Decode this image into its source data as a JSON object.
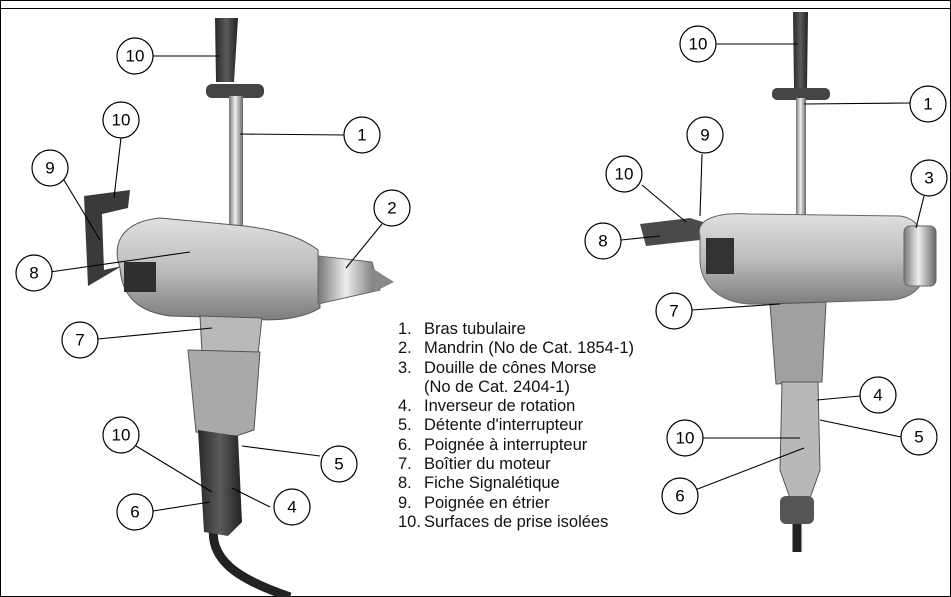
{
  "callouts": {
    "left": [
      "10",
      "10",
      "9",
      "8",
      "7",
      "10",
      "6",
      "1",
      "2",
      "5",
      "4"
    ],
    "right": [
      "10",
      "9",
      "10",
      "8",
      "7",
      "10",
      "6",
      "1",
      "3",
      "4",
      "5"
    ]
  },
  "legend": {
    "items": [
      {
        "num": "1.",
        "text": "Bras tubulaire"
      },
      {
        "num": "2.",
        "text": "Mandrin (No de Cat. 1854-1)"
      },
      {
        "num": "3.",
        "text": "Douille de cônes Morse",
        "cont": "(No de Cat. 2404-1)"
      },
      {
        "num": "4.",
        "text": "Inverseur de rotation"
      },
      {
        "num": "5.",
        "text": "Détente d'interrupteur"
      },
      {
        "num": "6.",
        "text": "Poignée à interrupteur"
      },
      {
        "num": "7.",
        "text": "Boîtier du moteur"
      },
      {
        "num": "8.",
        "text": "Fiche Signalétique"
      },
      {
        "num": "9.",
        "text": "Poignée en étrier"
      },
      {
        "num": "10.",
        "text": "Surfaces de prise isolées"
      }
    ]
  }
}
